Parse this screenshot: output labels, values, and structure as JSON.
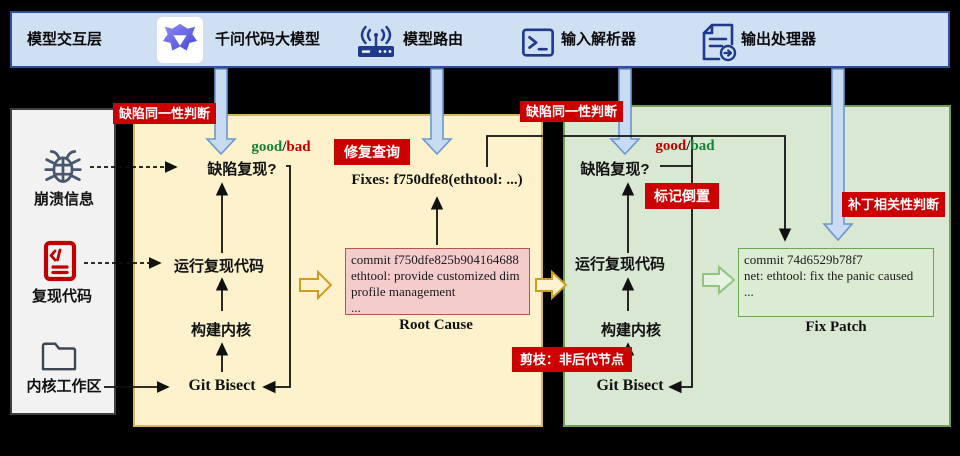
{
  "topbar": {
    "layer_label": "模型交互层",
    "qwen": {
      "icon": "qwen-logo-icon",
      "label": "千问代码大模型"
    },
    "router": {
      "icon": "router-icon",
      "label": "模型路由"
    },
    "parser": {
      "icon": "terminal-icon",
      "label": "输入解析器"
    },
    "output": {
      "icon": "document-output-icon",
      "label": "输出处理器"
    }
  },
  "sources": {
    "crash": "崩溃信息",
    "repro": "复现代码",
    "workspace": "内核工作区"
  },
  "phase1": {
    "badge_identity": "缺陷同一性判断",
    "badge_fix_query": "修复查询",
    "reproduced": "缺陷复现?",
    "good": "good",
    "slash": "/",
    "bad": "bad",
    "run": "运行复现代码",
    "build": "构建内核",
    "bisect": "Git Bisect",
    "fixes": "Fixes: f750dfe8(ethtool: ...)",
    "box_lines": [
      "commit f750dfe825b904164688",
      "ethtool: provide customized dim",
      "profile management",
      "..."
    ],
    "caption": "Root Cause"
  },
  "phase2": {
    "badge_identity": "缺陷同一性判断",
    "badge_mark_invert": "标记倒置",
    "badge_prune": "剪枝：非后代节点",
    "badge_patch_rel": "补丁相关性判断",
    "reproduced": "缺陷复现?",
    "good": "good",
    "slash": "/",
    "bad": "bad",
    "run": "运行复现代码",
    "build": "构建内核",
    "bisect": "Git Bisect",
    "box_lines": [
      "commit 74d6529b78f7",
      "net: ethtool: fix the panic caused",
      "..."
    ],
    "caption": "Fix Patch"
  },
  "colors": {
    "badge_red": "#cc0000",
    "good_green": "#188038",
    "bad_red": "#c00000",
    "topbar_blue": "#cfe0f3",
    "phase1_bg": "#fdf2cb",
    "phase2_bg": "#d9e8d2",
    "root_cause_bg": "#f4cccc",
    "fix_patch_bg": "#dcecd4",
    "arrow_blue": "#c7dbf3",
    "qwen_purple": "#5a5ae0"
  }
}
